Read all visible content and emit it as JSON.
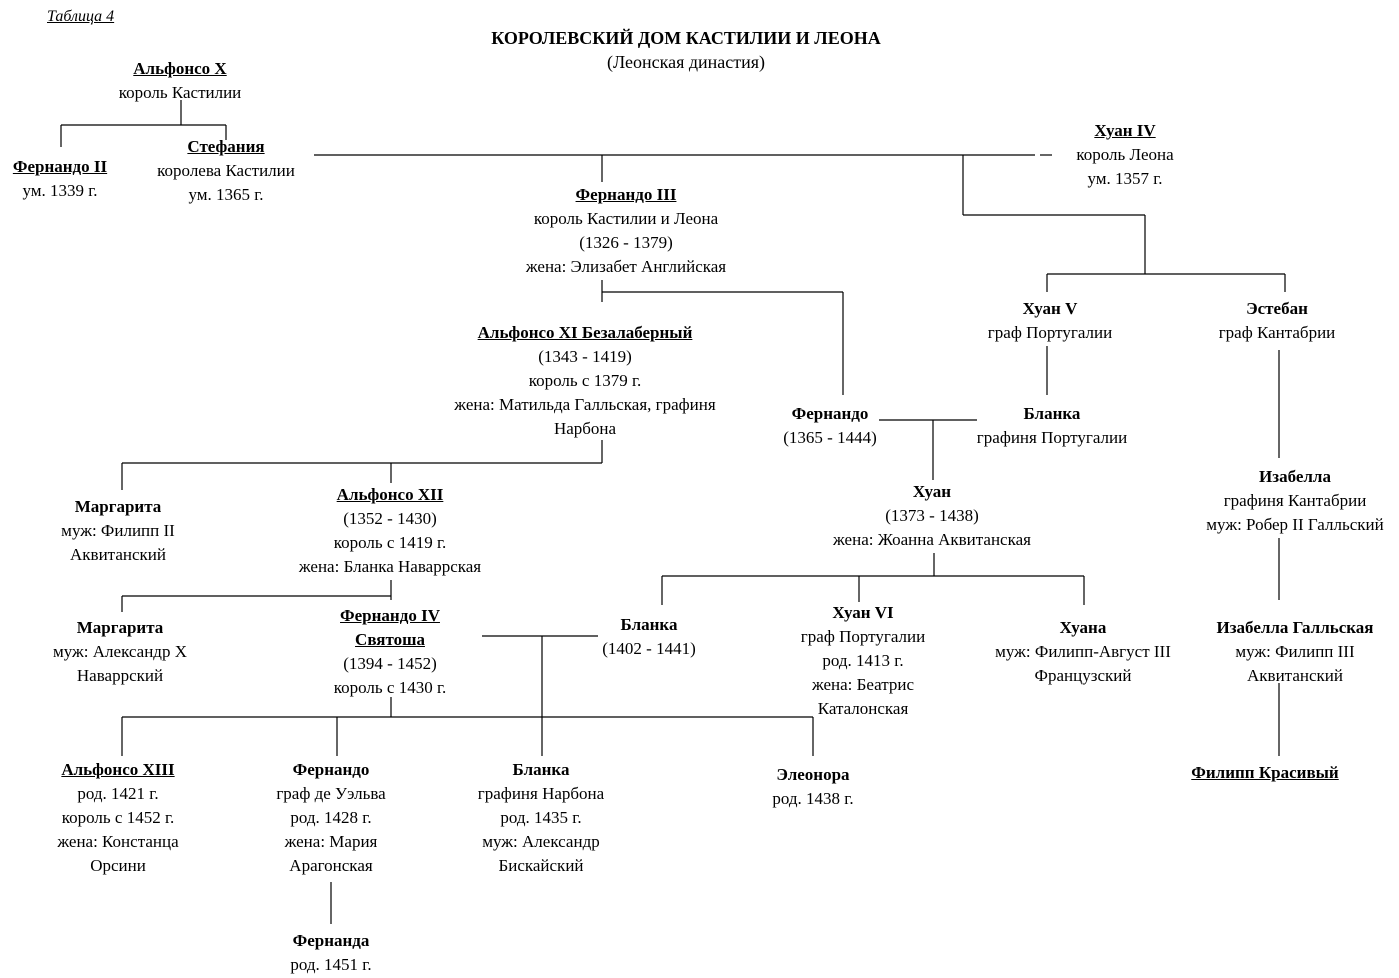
{
  "header": {
    "table_label": "Таблица 4",
    "title": "КОРОЛЕВСКИЙ ДОМ КАСТИЛИИ И ЛЕОНА",
    "subtitle": "(Леонская династия)"
  },
  "persons": [
    {
      "name": "Альфонсо X",
      "details": [
        "король Кастилии"
      ]
    },
    {
      "name": "Фернандо II",
      "details": [
        "ум. 1339 г."
      ]
    },
    {
      "name": "Стефания",
      "details": [
        "королева Кастилии",
        "ум. 1365 г."
      ]
    },
    {
      "name": "Хуан IV",
      "details": [
        "король Леона",
        "ум. 1357 г."
      ]
    },
    {
      "name": "Фернандо III",
      "details": [
        "король Кастилии и Леона",
        "(1326 - 1379)",
        "жена: Элизабет Английская"
      ]
    },
    {
      "name": "Хуан V",
      "details": [
        "граф Португалии"
      ]
    },
    {
      "name": "Эстебан",
      "details": [
        "граф Кантабрии"
      ]
    },
    {
      "name": "Альфонсо XI Безалаберный",
      "details": [
        "(1343 - 1419)",
        "король с 1379 г.",
        "жена: Матильда Галльская, графиня",
        "Нарбона"
      ]
    },
    {
      "name": "Фернандо",
      "details": [
        "(1365 - 1444)"
      ]
    },
    {
      "name": "Бланка",
      "details": [
        "графиня Португалии"
      ]
    },
    {
      "name": "Изабелла",
      "details": [
        "графиня Кантабрии",
        "муж: Робер II Галльский"
      ]
    },
    {
      "name": "Хуан",
      "details": [
        "(1373 - 1438)",
        "жена: Жоанна Аквитанская"
      ]
    },
    {
      "name": "Маргарита",
      "details": [
        "муж: Филипп II",
        "Аквитанский"
      ]
    },
    {
      "name": "Альфонсо XII",
      "details": [
        "(1352 - 1430)",
        "король с 1419 г.",
        "жена: Бланка Наваррская"
      ]
    },
    {
      "name": "Маргарита",
      "details": [
        "муж: Александр X",
        "Наваррский"
      ]
    },
    {
      "name": "Фернандо IV",
      "details": []
    },
    {
      "name": "Святоша",
      "details": [
        "(1394 - 1452)",
        "король с 1430 г."
      ]
    },
    {
      "name": "Бланка",
      "details": [
        "(1402 - 1441)"
      ]
    },
    {
      "name": "Хуан VI",
      "details": [
        "граф Португалии",
        "род. 1413 г.",
        "жена: Беатрис",
        "Каталонская"
      ]
    },
    {
      "name": "Хуана",
      "details": [
        "муж: Филипп-Август III",
        "Французский"
      ]
    },
    {
      "name": "Изабелла Галльская",
      "details": [
        "муж: Филипп III",
        "Аквитанский"
      ]
    },
    {
      "name": "Альфонсо XIII",
      "details": [
        "род. 1421 г.",
        "король с 1452 г.",
        "жена: Констанца",
        "Орсини"
      ]
    },
    {
      "name": "Фернандо",
      "details": [
        "граф де Уэльва",
        "род. 1428 г.",
        "жена: Мария",
        "Арагонская"
      ]
    },
    {
      "name": "Бланка",
      "details": [
        "графиня Нарбона",
        "род. 1435 г.",
        "муж: Александр",
        "Бискайский"
      ]
    },
    {
      "name": "Элеонора",
      "details": [
        "род. 1438 г."
      ]
    },
    {
      "name": "Филипп Красивый",
      "details": []
    },
    {
      "name": "Фернанда",
      "details": [
        "род. 1451 г."
      ]
    }
  ]
}
